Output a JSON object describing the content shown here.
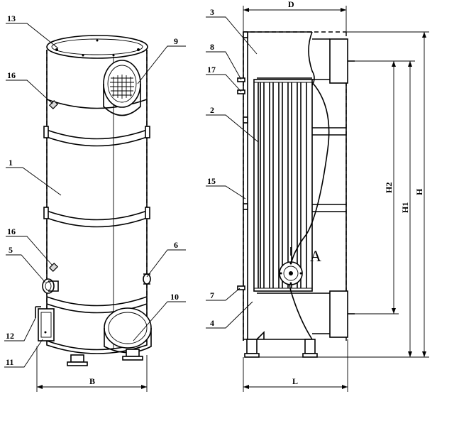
{
  "callouts": {
    "c1": "1",
    "c2": "2",
    "c3": "3",
    "c4": "4",
    "c5": "5",
    "c6": "6",
    "c7": "7",
    "c8": "8",
    "c9": "9",
    "c10": "10",
    "c11": "11",
    "c12": "12",
    "c13": "13",
    "c15": "15",
    "c16a": "16",
    "c16b": "16",
    "c17": "17"
  },
  "dimensions": {
    "B": "B",
    "D": "D",
    "L": "L",
    "H": "H",
    "H1": "H1",
    "H2": "H2"
  },
  "section_mark": "A"
}
